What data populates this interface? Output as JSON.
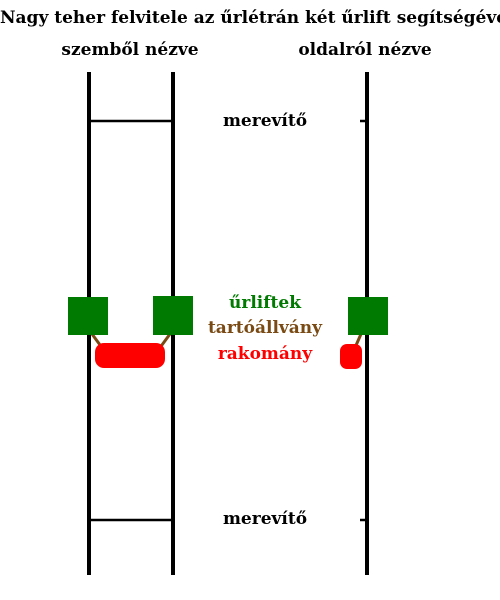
{
  "title": "Nagy teher felvitele az űrlétrán két űrlift segítségével",
  "views": {
    "front": "szemből nézve",
    "side": "oldalról nézve"
  },
  "labels": {
    "brace_top": "merevítő",
    "brace_bottom": "merevítő",
    "lifts": "űrliftek",
    "support": "tartóállvány",
    "cargo": "rakomány"
  },
  "colors": {
    "rail": "#000000",
    "lift": "#007a00",
    "support": "#7a4a14",
    "cargo": "#ff0000"
  }
}
